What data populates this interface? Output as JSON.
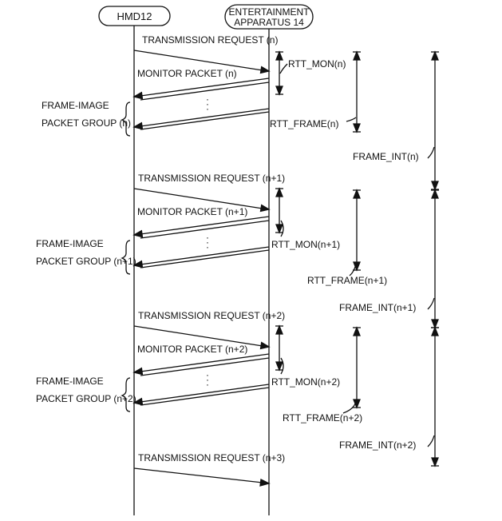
{
  "participants": {
    "hmd": "HMD12",
    "apparatus_line1": "ENTERTAINMENT",
    "apparatus_line2": "APPARATUS 14"
  },
  "blocks": [
    {
      "request": "TRANSMISSION REQUEST (n)",
      "monitor": "MONITOR PACKET (n)",
      "group_line1": "FRAME-IMAGE",
      "group_line2": "PACKET GROUP (n)",
      "rtt_mon": "RTT_MON(n)",
      "rtt_frame": "RTT_FRAME(n)",
      "frame_int": "FRAME_INT(n)"
    },
    {
      "request": "TRANSMISSION REQUEST (n+1)",
      "monitor": "MONITOR PACKET (n+1)",
      "group_line1": "FRAME-IMAGE",
      "group_line2": "PACKET GROUP (n+1)",
      "rtt_mon": "RTT_MON(n+1)",
      "rtt_frame": "RTT_FRAME(n+1)",
      "frame_int": "FRAME_INT(n+1)"
    },
    {
      "request": "TRANSMISSION REQUEST (n+2)",
      "monitor": "MONITOR PACKET (n+2)",
      "group_line1": "FRAME-IMAGE",
      "group_line2": "PACKET GROUP (n+2)",
      "rtt_mon": "RTT_MON(n+2)",
      "rtt_frame": "RTT_FRAME(n+2)",
      "frame_int": "FRAME_INT(n+2)"
    }
  ],
  "final_request": "TRANSMISSION REQUEST (n+3)"
}
